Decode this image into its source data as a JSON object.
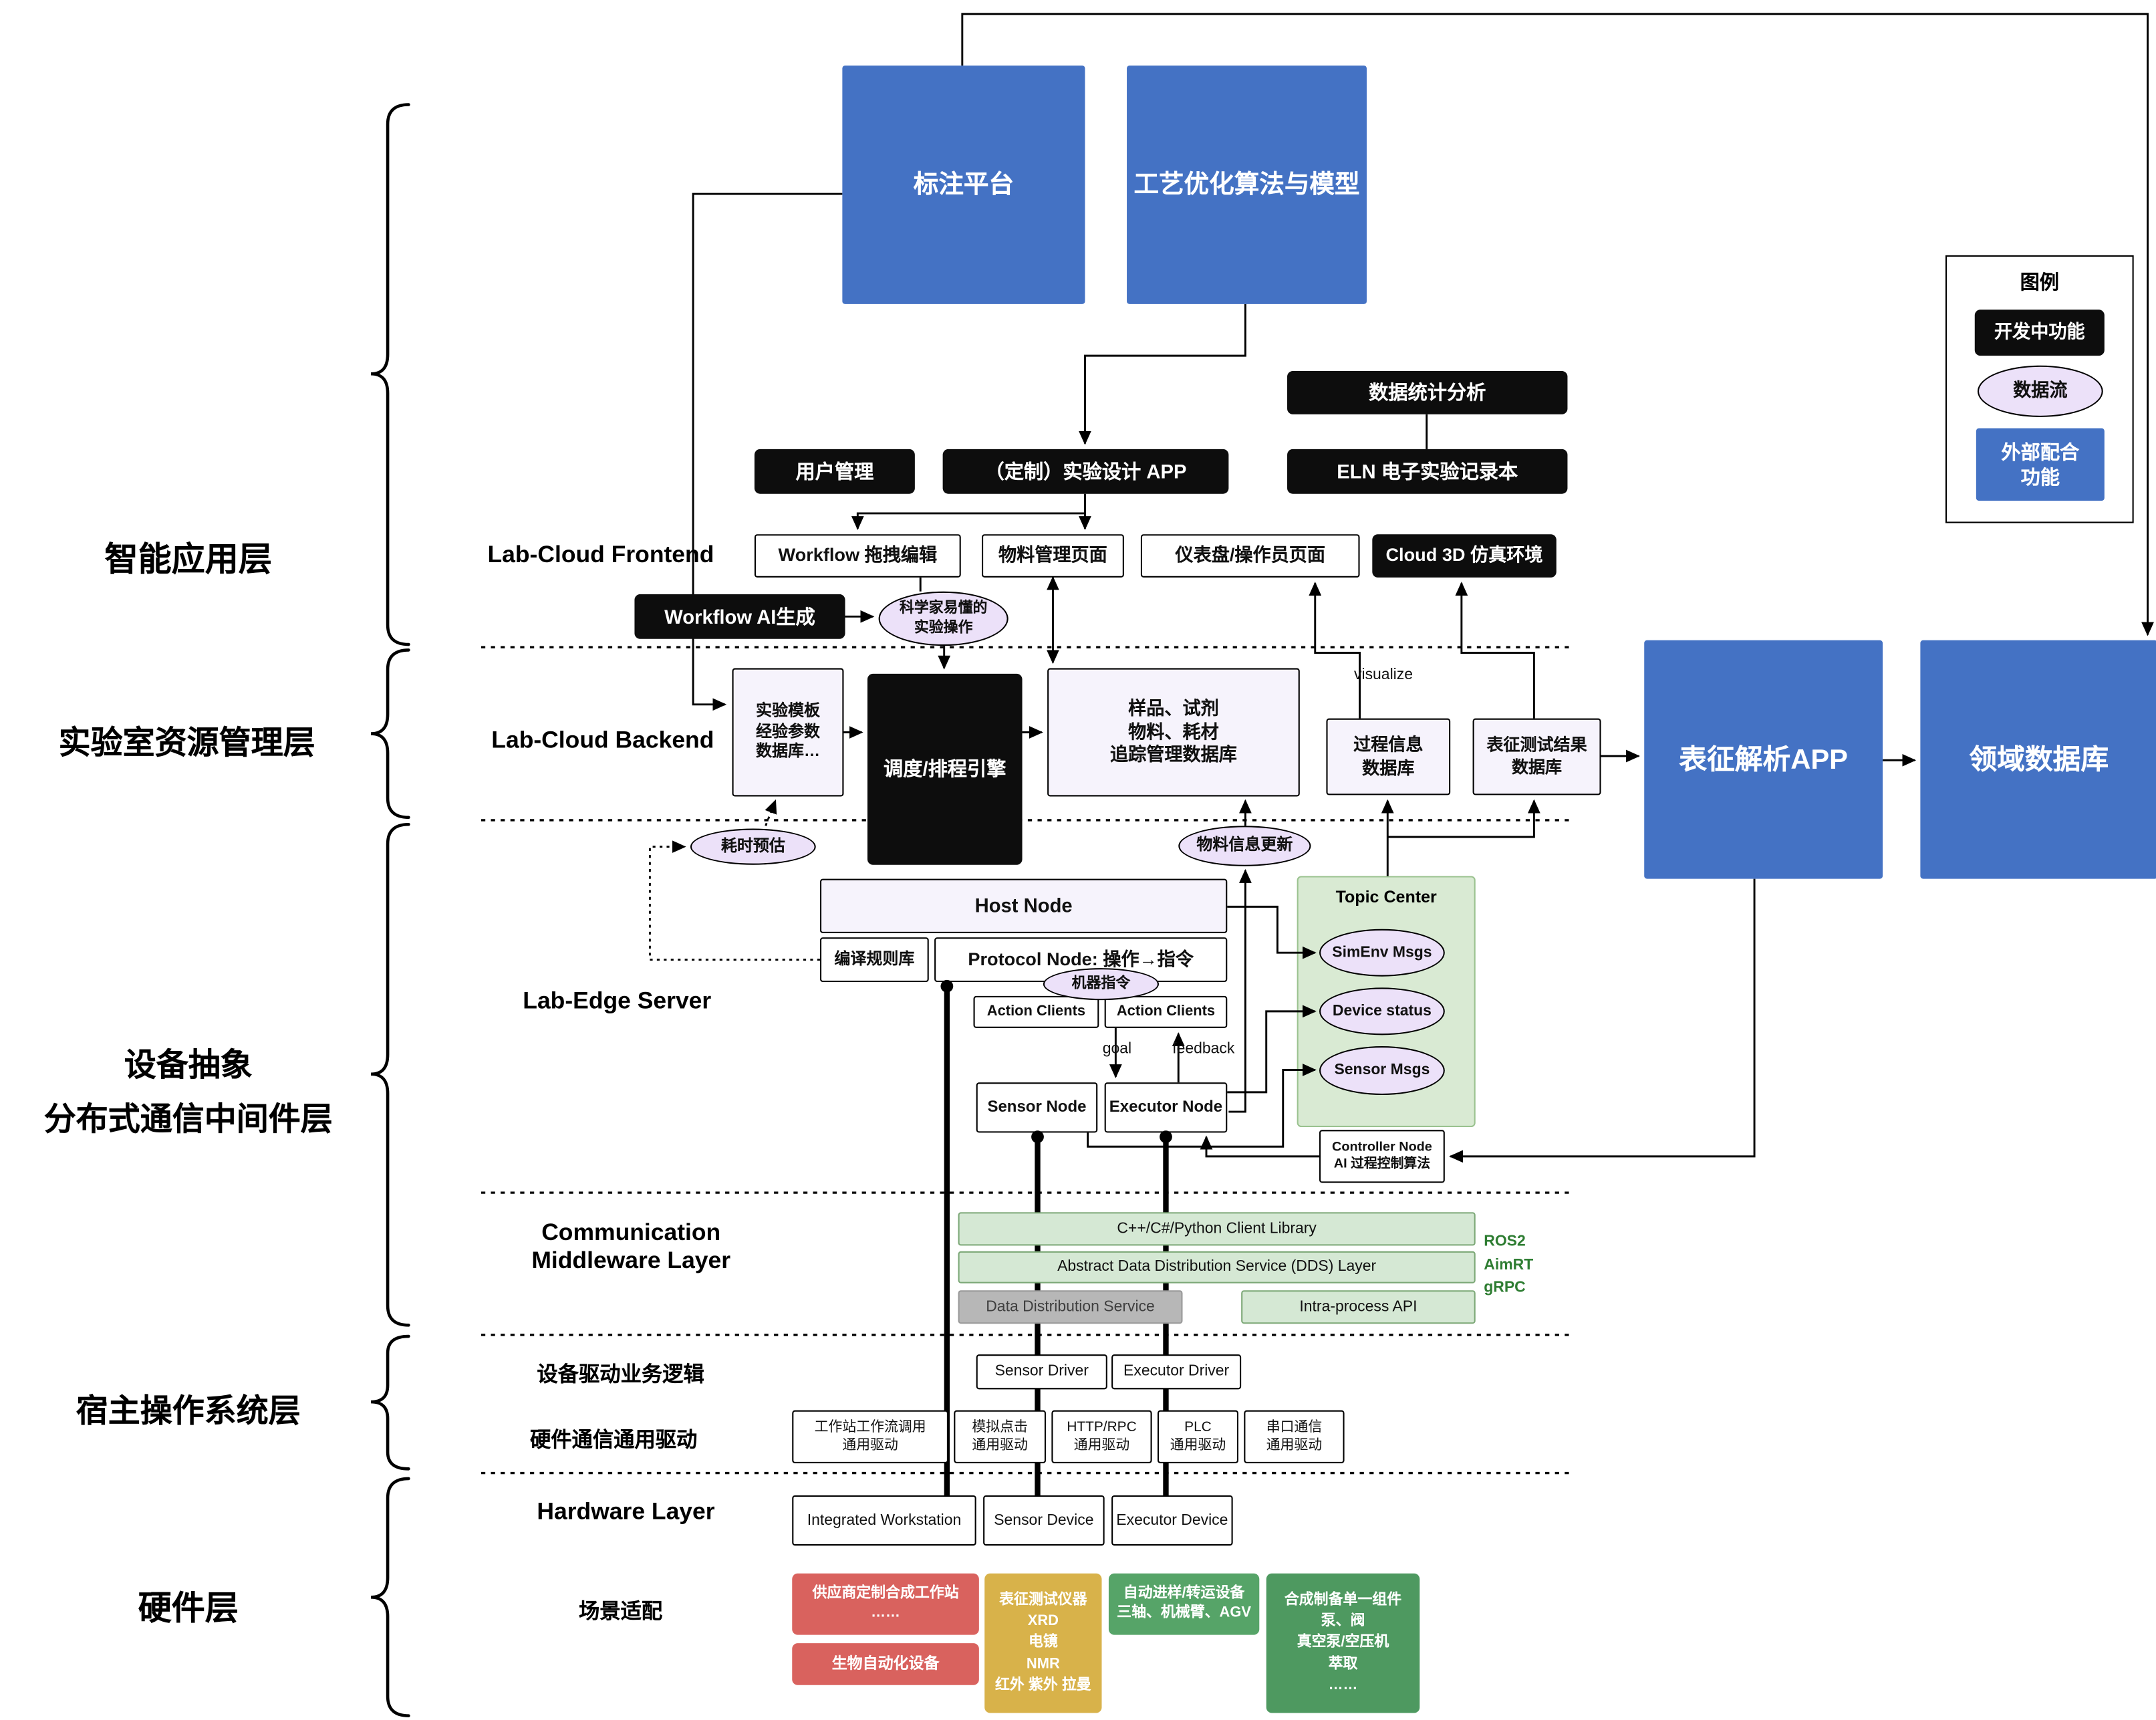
{
  "colors": {
    "blue": "#4472c4",
    "black": "#0d0d0d",
    "purple": "#ece1f9",
    "green_bar": "#d5e8d4",
    "topic_green": "#d9ead3",
    "red": "#d9625e",
    "gold": "#d8b24a",
    "green_hw": "#56a468",
    "gray": "#b7b7b7"
  },
  "layers": {
    "app": "智能应用层",
    "lab": "实验室资源管理层",
    "middleware": "设备抽象\n分布式通信中间件层",
    "host_os": "宿主操作系统层",
    "hardware": "硬件层"
  },
  "legend": {
    "title": "图例",
    "dev": "开发中功能",
    "flow": "数据流",
    "ext": "外部配合\n功能"
  },
  "top": {
    "annotation": "标注平台",
    "optimization": "工艺优化算法与模型"
  },
  "frontend": {
    "label": "Lab-Cloud Frontend",
    "stats": "数据统计分析",
    "user": "用户管理",
    "design_app": "（定制）实验设计 APP",
    "eln": "ELN 电子实验记录本",
    "wf_edit": "Workflow 拖拽编辑",
    "material": "物料管理页面",
    "dashboard": "仪表盘/操作员页面",
    "cloud3d": "Cloud 3D 仿真环境",
    "wf_ai": "Workflow AI生成",
    "sci_ops": "科学家易懂的\n实验操作"
  },
  "backend": {
    "label": "Lab-Cloud Backend",
    "template_db": "实验模板\n经验参数\n数据库…",
    "scheduler": "调度/排程引擎",
    "sample_db": "样品、试剂\n物料、耗材\n追踪管理数据库",
    "visualize": "visualize",
    "process_db": "过程信息\n数据库",
    "result_db": "表征测试结果\n数据库",
    "analysis_app": "表征解析APP",
    "domain_db": "领域数据库"
  },
  "edge": {
    "label": "Lab-Edge Server",
    "time_est": "耗时预估",
    "material_update": "物料信息更新",
    "host_node": "Host Node",
    "compile_lib": "编译规则库",
    "protocol": "Protocol Node: 操作→指令",
    "machine_cmd": "机器指令",
    "action_clients1": "Action Clients",
    "action_clients2": "Action Clients",
    "goal": "goal",
    "feedback": "feedback",
    "sensor_node": "Sensor Node",
    "executor_node": "Executor Node",
    "controller": "Controller Node\nAI 过程控制算法",
    "topic": {
      "title": "Topic Center",
      "simenv": "SimEnv Msgs",
      "device": "Device status",
      "sensor": "Sensor Msgs"
    }
  },
  "mw": {
    "label": "Communication\nMiddleware Layer",
    "client_lib": "C++/C#/Python Client Library",
    "dds_abs": "Abstract Data Distribution Service (DDS) Layer",
    "dds": "Data Distribution Service",
    "intra": "Intra-process API",
    "stacks": "ROS2\nAimRT\ngRPC"
  },
  "os": {
    "drv_logic": "设备驱动业务逻辑",
    "sensor_driver": "Sensor Driver",
    "executor_driver": "Executor Driver",
    "hw_drv": "硬件通信通用驱动",
    "drv_ws": "工作站工作流调用\n通用驱动",
    "drv_click": "模拟点击\n通用驱动",
    "drv_http": "HTTP/RPC\n通用驱动",
    "drv_plc": "PLC\n通用驱动",
    "drv_serial": "串口通信\n通用驱动"
  },
  "hw": {
    "label": "Hardware Layer",
    "iw": "Integrated Workstation",
    "sensor": "Sensor Device",
    "executor": "Executor Device",
    "scenario": "场景适配",
    "vendor": "供应商定制合成工作站\n……",
    "bio": "生物自动化设备",
    "charact": "表征测试仪器\nXRD\n电镜\nNMR\n红外 紫外 拉曼",
    "transfer": "自动进样/转运设备\n三轴、机械臂、AGV",
    "synth": "合成制备单一组件\n泵、阀\n真空泵/空压机\n萃取\n……"
  }
}
